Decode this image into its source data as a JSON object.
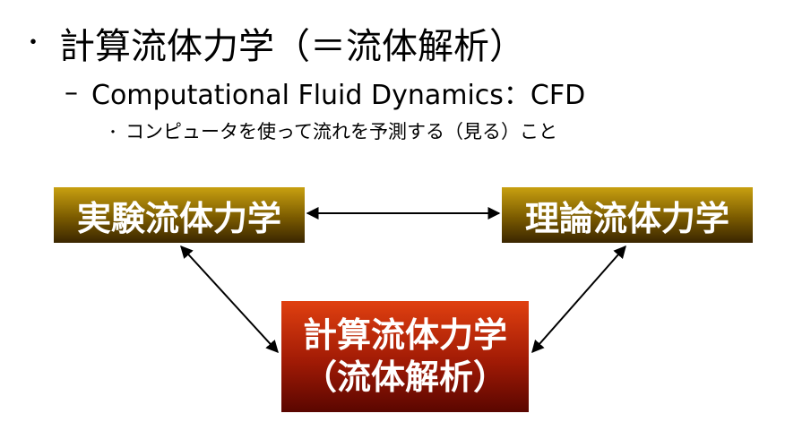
{
  "bullets": {
    "level1": {
      "marker": "・",
      "text": "計算流体力学（＝流体解析）"
    },
    "level2": {
      "marker": "–",
      "text": "Computational Fluid Dynamics：CFD"
    },
    "level3": {
      "marker": "・",
      "text": "コンピュータを使って流れを予測する（見る）こと"
    }
  },
  "diagram": {
    "left_box": {
      "label": "実験流体力学"
    },
    "right_box": {
      "label": "理論流体力学"
    },
    "bottom_box": {
      "line1": "計算流体力学",
      "line2": "（流体解析）"
    }
  }
}
